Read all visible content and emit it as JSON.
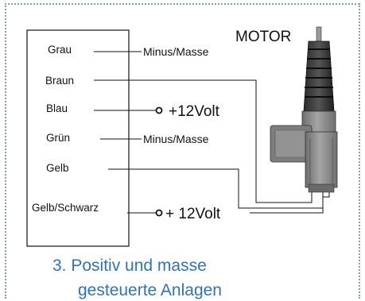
{
  "motor_label": "MOTOR",
  "wires": [
    {
      "name": "Grau",
      "target": "Minus/Masse"
    },
    {
      "name": "Braun",
      "target": ""
    },
    {
      "name": "Blau",
      "target": "+12Volt"
    },
    {
      "name": "Grün",
      "target": "Minus/Masse"
    },
    {
      "name": "Gelb",
      "target": ""
    },
    {
      "name": "Gelb/Schwarz",
      "target": "+ 12Volt"
    }
  ],
  "caption": {
    "line1": "3. Positiv und masse",
    "line2": "gesteuerte Anlagen"
  },
  "colors": {
    "caption": "#2f73b8",
    "border": "#8a9bb0",
    "motor_body": "#8c8c8c"
  }
}
